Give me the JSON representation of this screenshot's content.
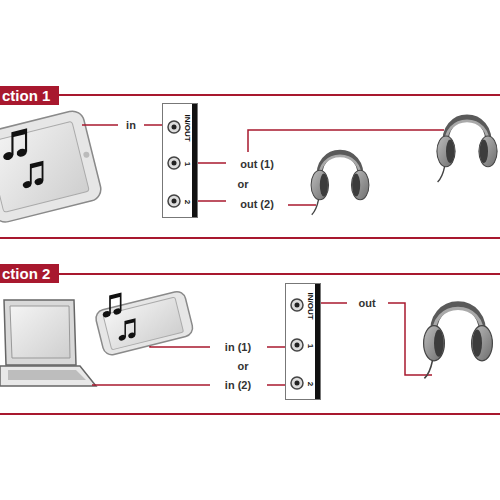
{
  "diagram": {
    "nodes": [
      {
        "text": [
          "ction 1"
        ]
      },
      {
        "text": [
          "IN/OUT",
          "1",
          "2"
        ]
      },
      {
        "text": [
          "ction 2"
        ]
      },
      {
        "text": [
          "IN/OUT",
          "1",
          "2"
        ]
      }
    ],
    "labels": [
      "in",
      "out (1)",
      "or",
      "out (2)",
      "in (1)",
      "or",
      "in (2)",
      "out"
    ]
  }
}
